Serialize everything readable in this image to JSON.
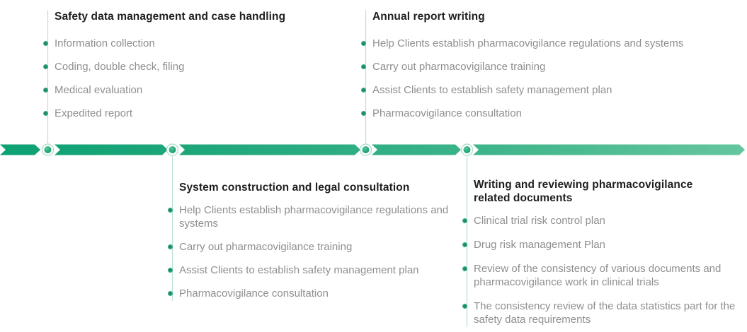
{
  "diagram": {
    "type": "horizontal-process-timeline",
    "colors": {
      "timeline_gradient_start": "#0da173",
      "timeline_gradient_mid": "#2bab81",
      "timeline_gradient_end": "#65c69d",
      "connector_line": "#b7e2d0",
      "node_ring": "#a7dcc5",
      "bullet_dot": "#2aa87e",
      "title_text": "#1f1f1f",
      "body_text": "#8f8f8f",
      "background": "#ffffff"
    },
    "timeline": {
      "segment_count": 5,
      "node_count": 4,
      "direction": "left-to-right"
    },
    "sections": [
      {
        "id": "safety-data-management",
        "position": "top",
        "title": "Safety data management and case handling",
        "items": [
          "Information collection",
          "Coding, double check, filing",
          "Medical evaluation",
          "Expedited report"
        ]
      },
      {
        "id": "annual-report-writing",
        "position": "top",
        "title": "Annual report writing",
        "items": [
          "Help Clients establish pharmacovigilance regulations and systems",
          "Carry out pharmacovigilance training",
          "Assist Clients to establish safety management plan",
          "Pharmacovigilance consultation"
        ]
      },
      {
        "id": "system-construction",
        "position": "bottom",
        "title": "System construction and legal consultation",
        "items": [
          "Help Clients establish pharmacovigilance regulations and systems",
          "Carry out pharmacovigilance training",
          "Assist Clients to establish safety management plan",
          "Pharmacovigilance consultation"
        ]
      },
      {
        "id": "writing-reviewing-documents",
        "position": "bottom",
        "title": "Writing and reviewing pharmacovigilance related documents",
        "items": [
          "Clinical trial risk control plan",
          "Drug risk management Plan",
          "Review of the consistency of various documents and pharmacovigilance work in clinical trials",
          "The consistency review of the data statistics part for the safety data requirements"
        ]
      }
    ]
  }
}
